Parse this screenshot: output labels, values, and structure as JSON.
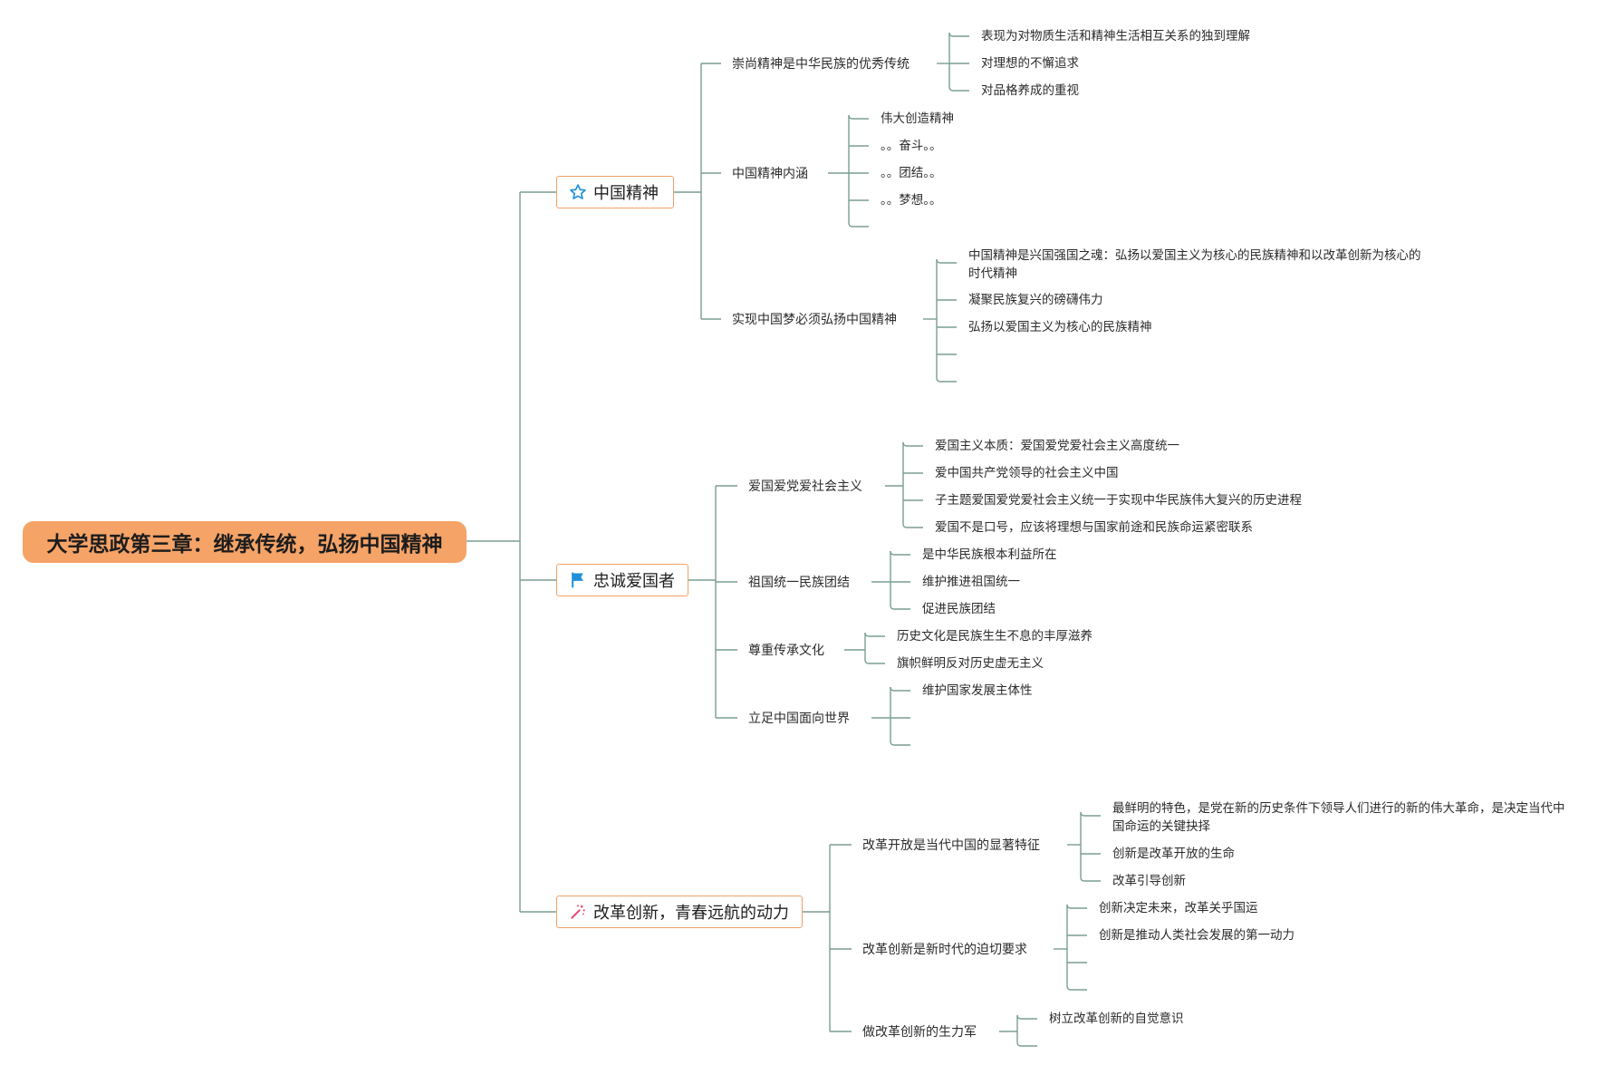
{
  "title": "大学思政第三章：继承传统，弘扬中国精神",
  "colors": {
    "root_fill": "#f5a367",
    "main_border": "#f0a066",
    "line": "#7a9e8f",
    "star_icon": "#1f8fdc",
    "flag_icon": "#1f8fdc",
    "spark_icon": "#e8466d"
  },
  "branches": [
    {
      "label": "中国精神",
      "icon": "star-icon",
      "children": [
        {
          "label": "崇尚精神是中华民族的优秀传统",
          "leaves": [
            "表现为对物质生活和精神生活相互关系的独到理解",
            "对理想的不懈追求",
            "对品格养成的重视"
          ]
        },
        {
          "label": "中国精神内涵",
          "leaves": [
            "伟大创造精神",
            "。。奋斗。。",
            "。。团结。。",
            "。。梦想。。",
            ""
          ]
        },
        {
          "label": "实现中国梦必须弘扬中国精神",
          "leaves": [
            "中国精神是兴国强国之魂：弘扬以爱国主义为核心的民族精神和以改革创新为核心的时代精神",
            "凝聚民族复兴的磅礴伟力",
            "弘扬以爱国主义为核心的民族精神",
            "",
            ""
          ]
        }
      ]
    },
    {
      "label": "忠诚爱国者",
      "icon": "flag-icon",
      "children": [
        {
          "label": "爱国爱党爱社会主义",
          "leaves": [
            "爱国主义本质：爱国爱党爱社会主义高度统一",
            "爱中国共产党领导的社会主义中国",
            "子主题爱国爱党爱社会主义统一于实现中华民族伟大复兴的历史进程",
            "爱国不是口号，应该将理想与国家前途和民族命运紧密联系"
          ]
        },
        {
          "label": "祖国统一民族团结",
          "leaves": [
            "是中华民族根本利益所在",
            "维护推进祖国统一",
            "促进民族团结"
          ]
        },
        {
          "label": "尊重传承文化",
          "leaves": [
            "历史文化是民族生生不息的丰厚滋养",
            "旗帜鲜明反对历史虚无主义"
          ]
        },
        {
          "label": "立足中国面向世界",
          "leaves": [
            "维护国家发展主体性",
            "",
            ""
          ]
        }
      ]
    },
    {
      "label": "改革创新，青春远航的动力",
      "icon": "sparkle-icon",
      "children": [
        {
          "label": "改革开放是当代中国的显著特征",
          "leaves": [
            "最鲜明的特色，是党在新的历史条件下领导人们进行的新的伟大革命，是决定当代中国命运的关键抉择",
            "创新是改革开放的生命",
            "改革引导创新"
          ]
        },
        {
          "label": "改革创新是新时代的迫切要求",
          "leaves": [
            "创新决定未来，改革关乎国运",
            "创新是推动人类社会发展的第一动力",
            "",
            ""
          ]
        },
        {
          "label": "做改革创新的生力军",
          "leaves": [
            "树立改革创新的自觉意识",
            ""
          ]
        }
      ]
    }
  ]
}
